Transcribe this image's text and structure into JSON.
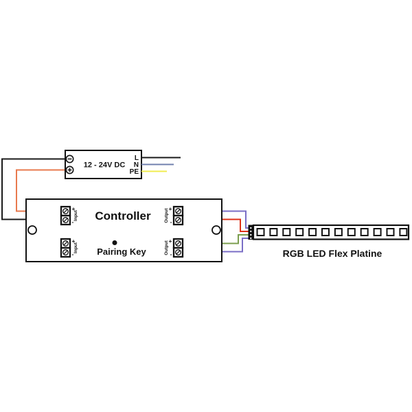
{
  "diagram": {
    "power_supply": {
      "label": "12 - 24V DC",
      "output_l": "L",
      "output_n": "N",
      "output_pe": "PE"
    },
    "controller": {
      "title": "Controller",
      "pairing_key": "Pairing Key",
      "input_label": "Input",
      "output_label": "Output",
      "plus": "+",
      "minus": "-"
    },
    "led_strip": {
      "label": "RGB LED Flex Platine",
      "led_count": 12
    },
    "wire_colors": {
      "black": "#1a1a1a",
      "orange": "#e8794d",
      "red": "#de3018",
      "green": "#7b9e4e",
      "violet": "#7a6ec6",
      "blue_gray": "#7080ae",
      "yellow": "#f0ec4f"
    }
  }
}
